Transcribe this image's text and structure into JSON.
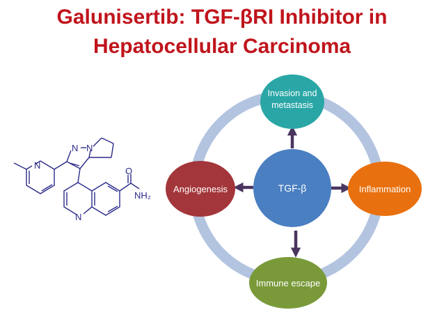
{
  "title": {
    "line1": "Galunisertib: TGF-βRI Inhibitor in",
    "line2": "Hepatocellular Carcinoma"
  },
  "colors": {
    "title": "#c0141c",
    "ring": "#b3c4e0",
    "arrow": "#4a3560",
    "center": "#4a7fc1",
    "top": "#2aa6a6",
    "right": "#e8700e",
    "bottom": "#7a9a3a",
    "left": "#a3363a",
    "molecule": "#2a2a8a"
  },
  "diagram": {
    "center": {
      "label": "TGF-β"
    },
    "top": {
      "line1": "Invasion and",
      "line2": "metastasis"
    },
    "right": {
      "label": "Inflammation"
    },
    "bottom": {
      "label": "Immune escape"
    },
    "left": {
      "label": "Angiogenesis"
    }
  },
  "molecule": {
    "atoms": {
      "n1": "N",
      "n2": "N",
      "n3": "N",
      "n4": "N",
      "o": "O",
      "nh2": "NH₂"
    }
  }
}
